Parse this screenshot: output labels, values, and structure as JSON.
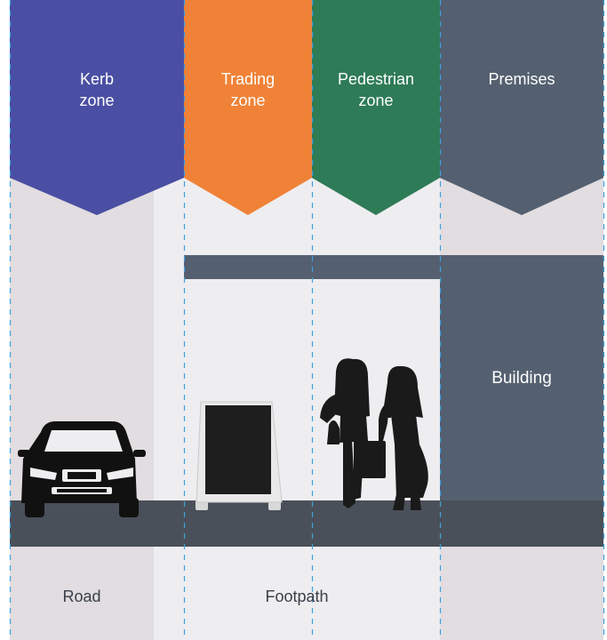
{
  "zones": [
    {
      "id": "kerb",
      "label": "Kerb\nzone",
      "color": "#4a4fa3"
    },
    {
      "id": "trading",
      "label": "Trading\nzone",
      "color": "#f08237"
    },
    {
      "id": "pedestrian",
      "label": "Pedestrian\nzone",
      "color": "#2e7b57"
    },
    {
      "id": "premises",
      "label": "Premises",
      "color": "#546070"
    }
  ],
  "building": {
    "label": "Building",
    "color": "#546070"
  },
  "bottom": {
    "road": "Road",
    "footpath": "Footpath"
  },
  "colors": {
    "ground": "#4a5059",
    "road_bg": "#e1dde0",
    "footpath_bg": "#eeedf0",
    "awning": "#546070",
    "divider": "#3ea0dc",
    "silhouette": "#1a1a1a"
  },
  "icons": {
    "car": "car-icon",
    "sign": "a-frame-sign-icon",
    "people": "pedestrians-icon"
  }
}
